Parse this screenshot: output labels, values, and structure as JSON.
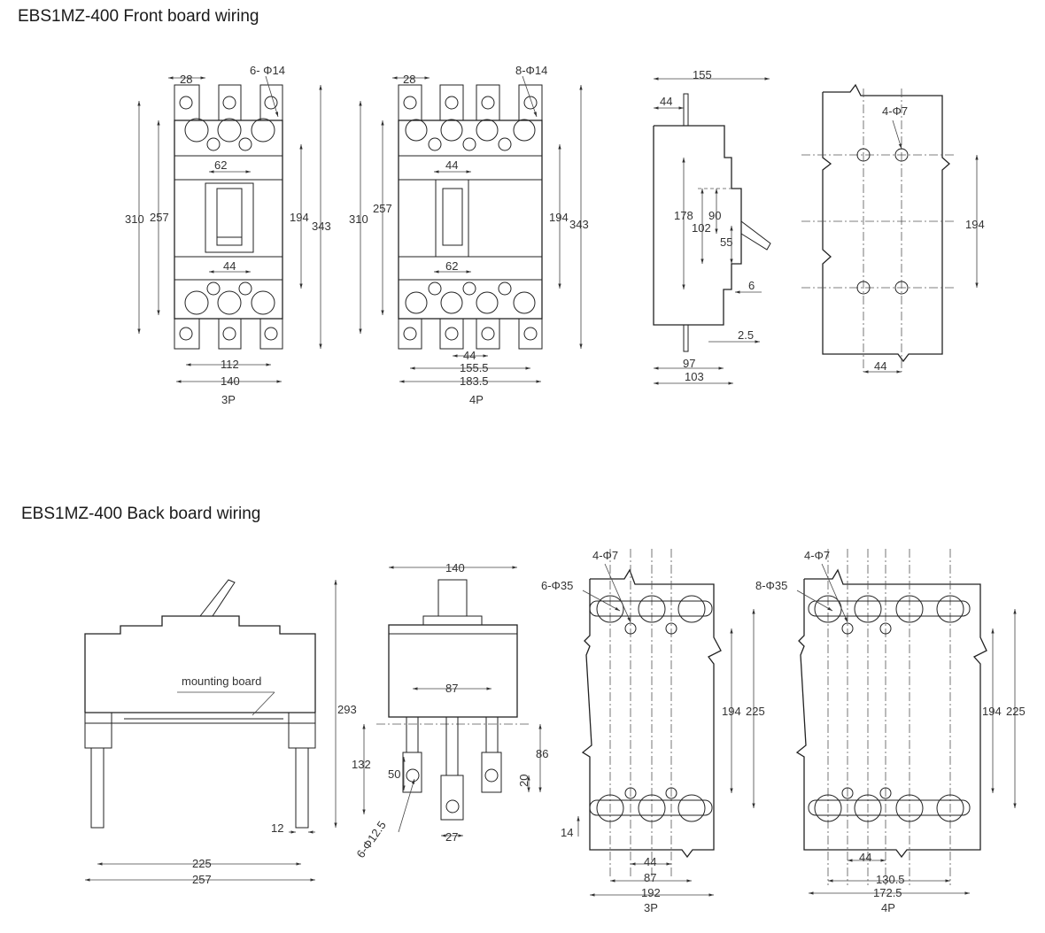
{
  "titles": {
    "front": "EBS1MZ-400 Front board wiring",
    "back": "EBS1MZ-400 Back board wiring"
  },
  "front": {
    "view_3p": {
      "caption": "3P",
      "terminal_width": "28",
      "holes": "6- Φ14",
      "upper_spacing": "62",
      "lower_spacing": "44",
      "overall_height": "310",
      "inner_height": "257",
      "mount_height": "194",
      "total_height": "343",
      "pitch_width": "112",
      "body_width": "140"
    },
    "view_4p": {
      "caption": "4P",
      "terminal_width": "28",
      "holes": "8-Φ14",
      "upper_spacing": "44",
      "lower_spacing": "62",
      "overall_height": "310",
      "inner_height": "257",
      "mount_height": "194",
      "total_height": "343",
      "pole_pitch": "44",
      "pitch_width": "155.5",
      "body_width": "183.5"
    },
    "side": {
      "depth": "155",
      "terminal_offset": "44",
      "body_height": "178",
      "handle_height": "102",
      "cover_height": "90",
      "handle_travel": "55",
      "gap": "6",
      "terminal_thickness": "2.5",
      "base_depth": "97",
      "total_depth": "103"
    },
    "cutout": {
      "holes": "4-Φ7",
      "hole_pitch": "194",
      "hole_spacing": "44"
    }
  },
  "back": {
    "side": {
      "label": "mounting board",
      "height": "293",
      "stud_offset": "12",
      "inner_width": "225",
      "outer_width": "257"
    },
    "front": {
      "width": "140",
      "stud_pitch": "87",
      "stud_length": "132",
      "stud_offset": "86",
      "terminal_height": "50",
      "terminal_width": "27",
      "terminal_edge": "20",
      "hole": "6-Φ12.5"
    },
    "panel_3p": {
      "caption": "3P",
      "mount_holes": "4-Φ7",
      "term_holes": "6-Φ35",
      "hole_pitch": "194",
      "term_pitch": "225",
      "edge": "14",
      "hole_spacing": "44",
      "stud_pitch": "87",
      "width": "192"
    },
    "panel_4p": {
      "caption": "4P",
      "mount_holes": "4-Φ7",
      "term_holes": "8-Φ35",
      "hole_pitch": "194",
      "term_pitch": "225",
      "hole_spacing": "44",
      "stud_pitch": "130.5",
      "width": "172.5"
    }
  }
}
